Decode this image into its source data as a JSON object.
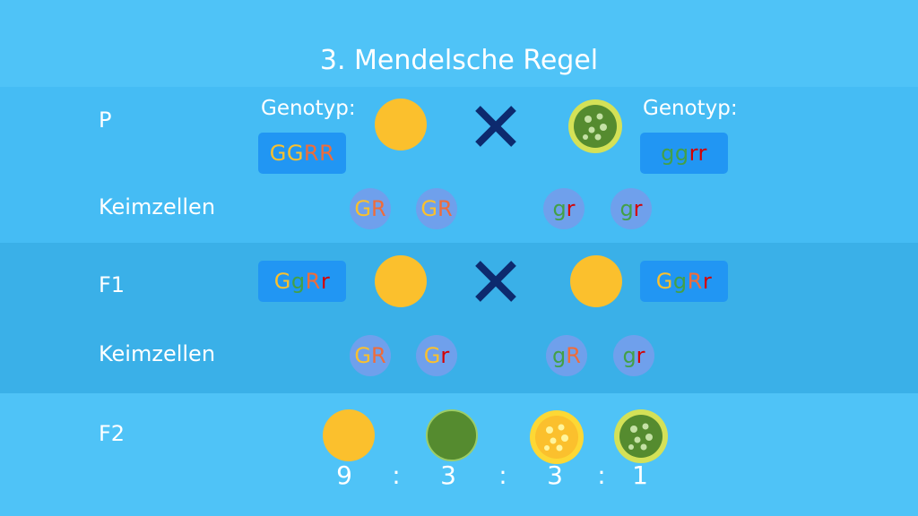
{
  "title": "3. Mendelsche Regel",
  "rows": {
    "p": "P",
    "keimzellen1": "Keimzellen",
    "f1": "F1",
    "keimzellen2": "Keimzellen",
    "f2": "F2"
  },
  "genotype_label": "Genotyp:",
  "p_generation": {
    "left_genotype": [
      {
        "t": "G",
        "c": "Y"
      },
      {
        "t": "G",
        "c": "Y"
      },
      {
        "t": "R",
        "c": "R"
      },
      {
        "t": "R",
        "c": "R"
      }
    ],
    "right_genotype": [
      {
        "t": "g",
        "c": "G"
      },
      {
        "t": "g",
        "c": "G"
      },
      {
        "t": "r",
        "c": "r"
      },
      {
        "t": "r",
        "c": "r"
      }
    ],
    "left_pea": "yellow-round",
    "right_pea": "green-wrinkled",
    "gametes": [
      [
        {
          "t": "G",
          "c": "Y"
        },
        {
          "t": "R",
          "c": "R"
        }
      ],
      [
        {
          "t": "G",
          "c": "Y"
        },
        {
          "t": "R",
          "c": "R"
        }
      ],
      [
        {
          "t": "g",
          "c": "G"
        },
        {
          "t": "r",
          "c": "r"
        }
      ],
      [
        {
          "t": "g",
          "c": "G"
        },
        {
          "t": "r",
          "c": "r"
        }
      ]
    ]
  },
  "f1_generation": {
    "left_genotype": [
      {
        "t": "G",
        "c": "Y"
      },
      {
        "t": "g",
        "c": "G"
      },
      {
        "t": "R",
        "c": "R"
      },
      {
        "t": "r",
        "c": "r"
      }
    ],
    "right_genotype": [
      {
        "t": "G",
        "c": "Y"
      },
      {
        "t": "g",
        "c": "G"
      },
      {
        "t": "R",
        "c": "R"
      },
      {
        "t": "r",
        "c": "r"
      }
    ],
    "left_pea": "yellow-round",
    "right_pea": "yellow-round",
    "gametes": [
      [
        {
          "t": "G",
          "c": "Y"
        },
        {
          "t": "R",
          "c": "R"
        }
      ],
      [
        {
          "t": "G",
          "c": "Y"
        },
        {
          "t": "r",
          "c": "r"
        }
      ],
      [
        {
          "t": "g",
          "c": "G"
        },
        {
          "t": "R",
          "c": "R"
        }
      ],
      [
        {
          "t": "g",
          "c": "G"
        },
        {
          "t": "r",
          "c": "r"
        }
      ]
    ]
  },
  "f2_generation": {
    "peas": [
      "yellow-round",
      "green-round",
      "yellow-wrinkled",
      "green-wrinkled"
    ],
    "ratio": [
      "9",
      ":",
      "3",
      ":",
      "3",
      ":",
      "1"
    ]
  },
  "colors": {
    "Y": "#fbc02d",
    "G": "#43a047",
    "R": "#ef6c3a",
    "r": "#d50000",
    "cross": "#0d2a6e",
    "box": "#2196f3",
    "gamete": "#6fa0ec"
  },
  "icons": {
    "cross": "cross-icon",
    "pea": "pea-icon"
  }
}
